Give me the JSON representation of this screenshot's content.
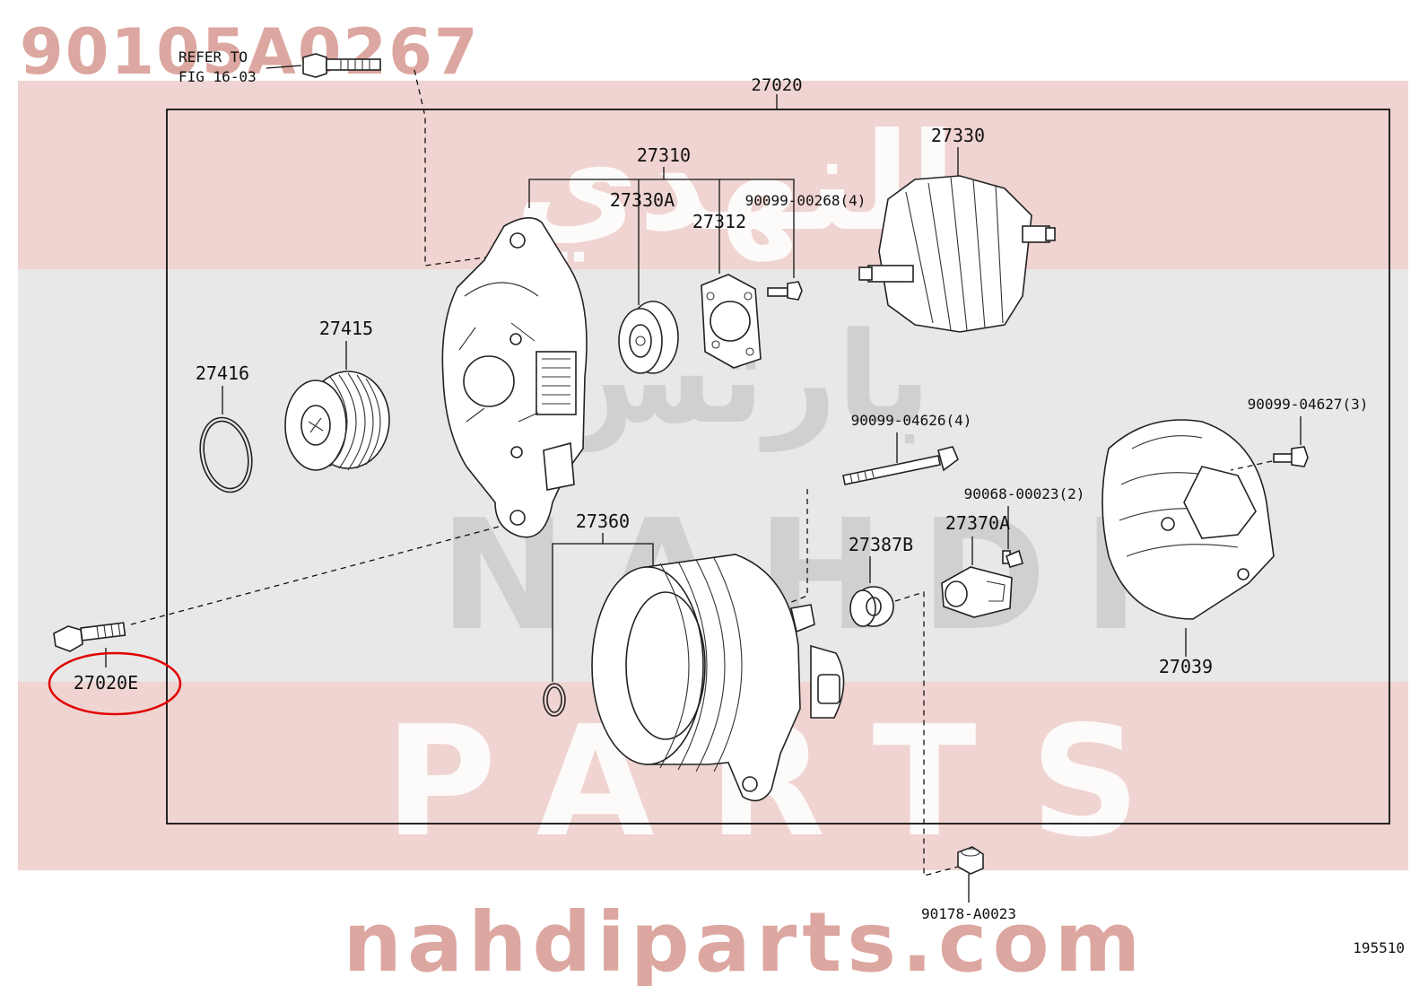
{
  "part_number": "90105A0267",
  "watermark": {
    "arabic": "النهدي",
    "arabic2": "بارتس",
    "latin_top": "NAHDI",
    "latin_bottom": "PARTS",
    "url": "nahdiparts.com"
  },
  "colors": {
    "watermark_red": "#e9c6c2",
    "highlight_circle": "#e00000",
    "line": "#111111"
  },
  "refer_note": {
    "line1": "REFER TO",
    "line2": "FIG 16-03"
  },
  "callouts": {
    "assembly": "27020",
    "c27310": "27310",
    "c27330A": "27330A",
    "c27312": "27312",
    "c90099_00268": "90099-00268(4)",
    "c27330": "27330",
    "c27415": "27415",
    "c27416": "27416",
    "c90099_04626": "90099-04626(4)",
    "c90099_04627": "90099-04627(3)",
    "c90068_00023": "90068-00023(2)",
    "c27370A": "27370A",
    "c27387B": "27387B",
    "c27360": "27360",
    "c27039": "27039",
    "c27020E": "27020E",
    "c90178_A0023": "90178-A0023"
  },
  "figure_id": "195510"
}
